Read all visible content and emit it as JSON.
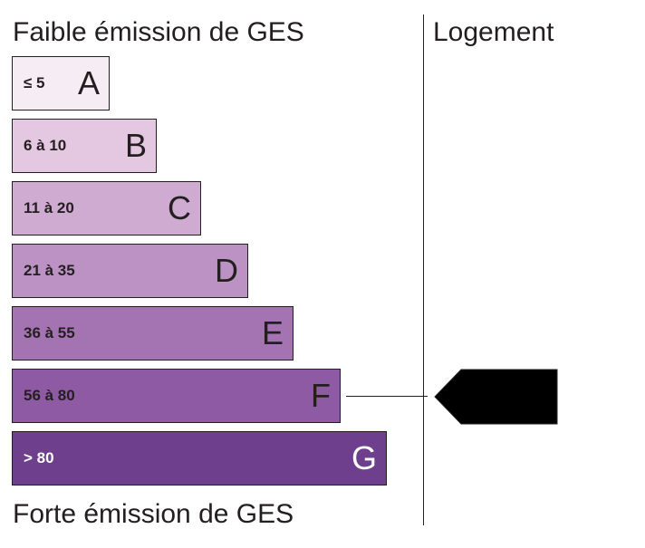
{
  "header": {
    "top_label": "Faible émission de GES",
    "bottom_label": "Forte émission de GES",
    "column_label": "Logement"
  },
  "classes": [
    {
      "range": "≤ 5",
      "letter": "A",
      "color": "#f6ecf3",
      "text_color": "#231f20"
    },
    {
      "range": "6 à 10",
      "letter": "B",
      "color": "#e4c7e1",
      "text_color": "#231f20"
    },
    {
      "range": "11 à 20",
      "letter": "C",
      "color": "#cfaad1",
      "text_color": "#231f20"
    },
    {
      "range": "21 à 35",
      "letter": "D",
      "color": "#bb92c3",
      "text_color": "#231f20"
    },
    {
      "range": "36 à 55",
      "letter": "E",
      "color": "#a374b1",
      "text_color": "#231f20"
    },
    {
      "range": "56 à 80",
      "letter": "F",
      "color": "#8e5aa4",
      "text_color": "#231f20"
    },
    {
      "range": "> 80",
      "letter": "G",
      "color": "#6d3f8c",
      "text_color": "#ffffff"
    }
  ],
  "selected_class": "F",
  "marker": {
    "color": "#000000",
    "value": ""
  }
}
